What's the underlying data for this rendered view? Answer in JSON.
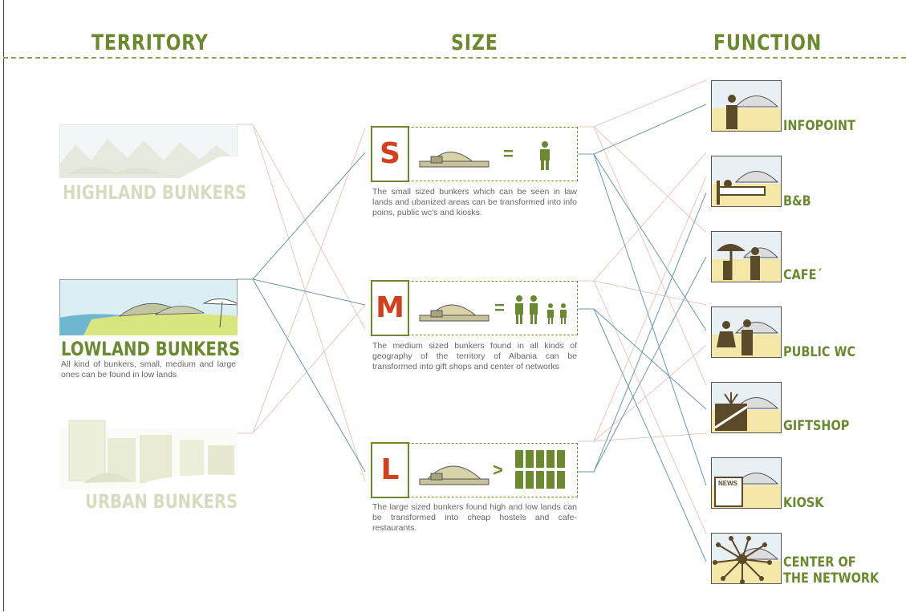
{
  "headers": {
    "territory": "TERRITORY",
    "size": "SIZE",
    "function": "FUNCTION"
  },
  "territory": {
    "highland": {
      "label": "HIGHLAND BUNKERS"
    },
    "lowland": {
      "label": "LOWLAND BUNKERS",
      "desc": "All kind of bunkers, small, medium and large ones can be found in low lands"
    },
    "urban": {
      "label": "URBAN BUNKERS"
    }
  },
  "sizes": {
    "s": {
      "letter": "S",
      "symbol": "=",
      "desc": "The small sized bunkers which can be seen in law lands and ubanized areas can be transformed into info poins, public wc's and kiosks."
    },
    "m": {
      "letter": "M",
      "symbol": "=",
      "desc": "The medium sized bunkers found in all kinds of geography of the territory of Albania can be transformed into gift shops and center of networks"
    },
    "l": {
      "letter": "L",
      "symbol": ">",
      "desc": "The large sized bunkers found high and low lands  can be transformed into cheap hostels and cafe-restaurants."
    }
  },
  "functions": {
    "infopoint": "INFOPOINT",
    "bnb": "B&B",
    "cafe": "CAFE´",
    "wc": "PUBLIC WC",
    "giftshop": "GIFTSHOP",
    "kiosk": "KIOSK",
    "kiosk_sign": "NEWS",
    "network_l1": "CENTER OF",
    "network_l2": "THE NETWORK"
  },
  "colors": {
    "olive": "#6b8a2f",
    "accent": "#d2401e",
    "link_blue": "#6a9aa4",
    "link_pink": "#e9c7bf"
  }
}
